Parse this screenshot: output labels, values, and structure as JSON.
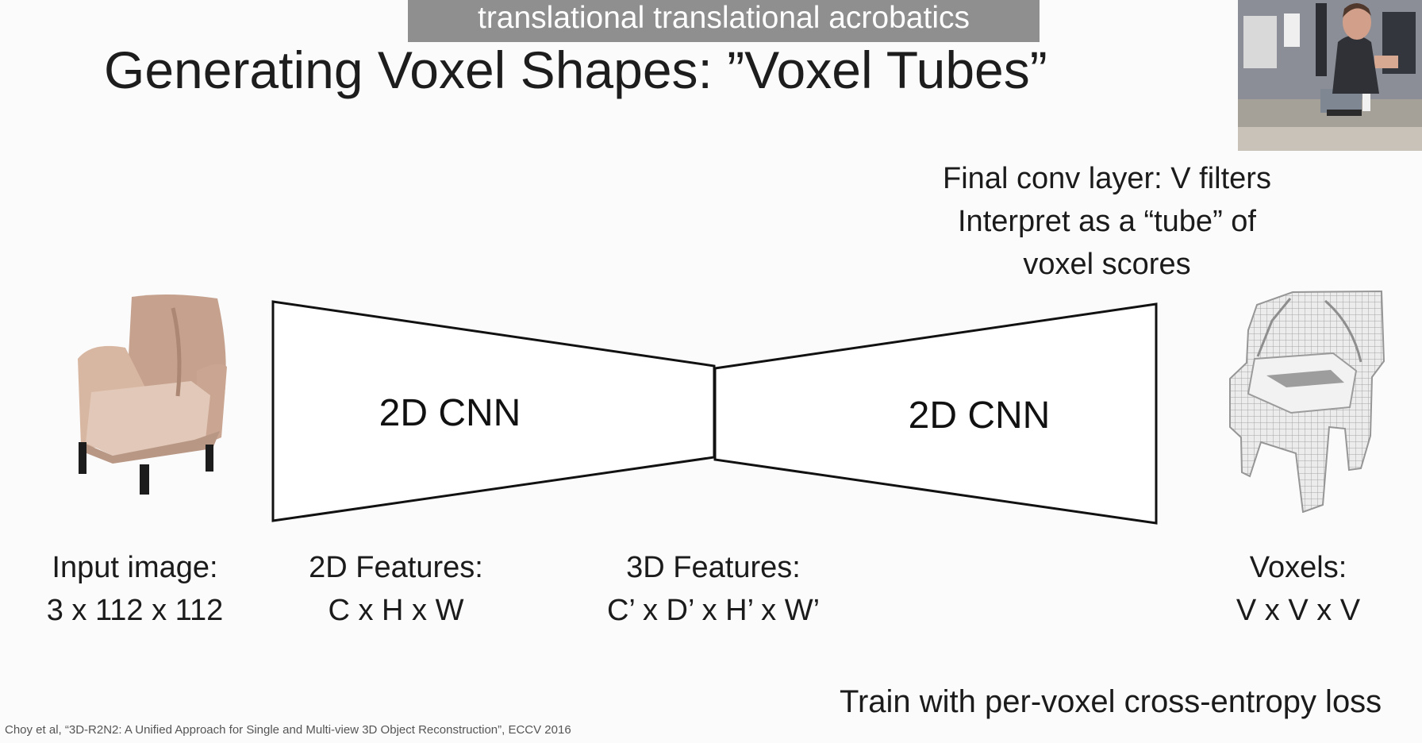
{
  "subtitle": "translational translational acrobatics",
  "slide": {
    "title": "Generating Voxel Shapes: ”Voxel Tubes”",
    "annotation_line_1": "Final conv layer: V filters",
    "annotation_line_2": "Interpret as a “tube” of",
    "annotation_line_3": "voxel scores",
    "encoder_label": "2D CNN",
    "decoder_label": "2D CNN",
    "input_label_line_1": "Input image:",
    "input_label_line_2": "3 x 112 x 112",
    "features_2d_label_line_1": "2D Features:",
    "features_2d_label_line_2": "C x H x W",
    "features_3d_label_line_1": "3D Features:",
    "features_3d_label_line_2": "C’ x D’ x H’ x W’",
    "voxels_label_line_1": "Voxels:",
    "voxels_label_line_2": "V x V x V",
    "loss_note": "Train with per-voxel cross-entropy loss",
    "citation": "Choy et al, “3D-R2N2: A Unified Approach for Single and Multi-view 3D Object Reconstruction”, ECCV 2016"
  },
  "colors": {
    "background": "#fbfbfb",
    "subtitle_bg": "#8f8f8f",
    "text": "#1b1b1b",
    "chair_fabric": "#d8b7a2",
    "chair_legs": "#1c1c1c",
    "voxel_fill": "#ececec",
    "voxel_outline": "#a6a6a6"
  }
}
